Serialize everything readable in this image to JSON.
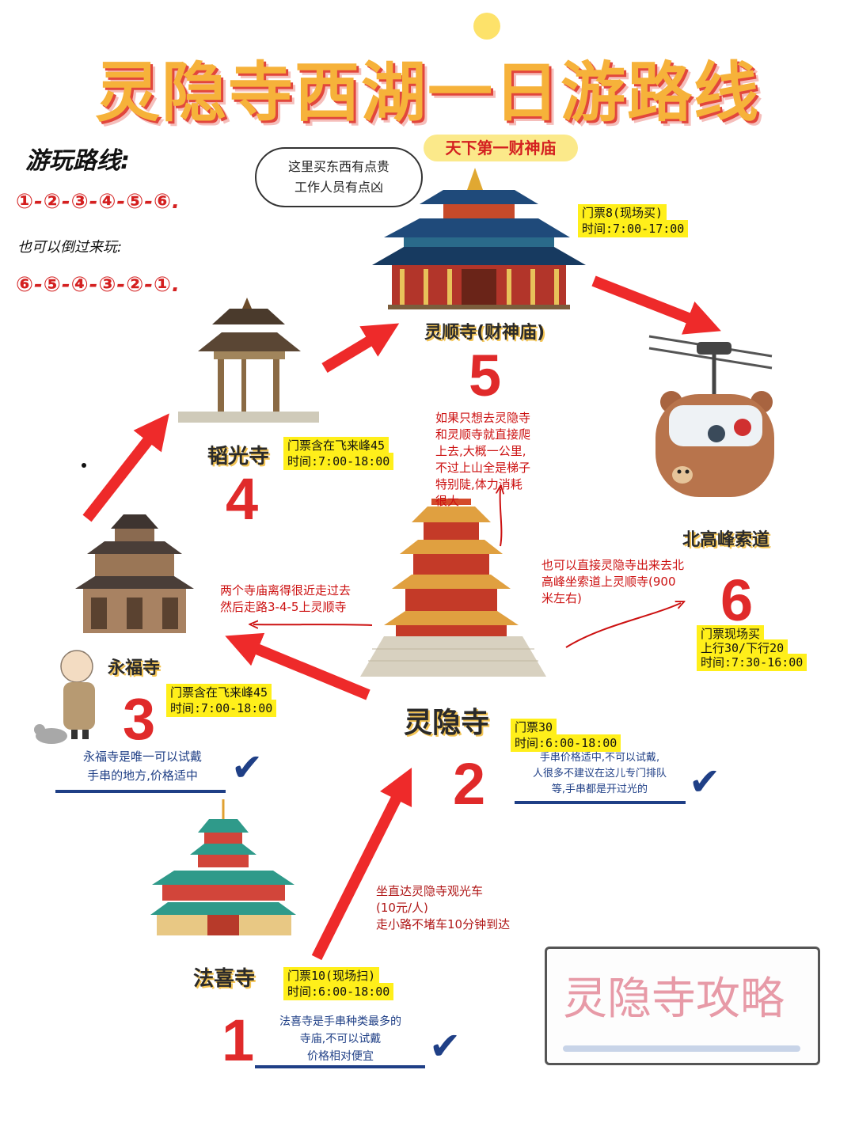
{
  "title": "灵隐寺西湖一日游路线",
  "route": {
    "heading": "游玩路线:",
    "forward": "①-②-③-④-⑤-⑥.",
    "reverse_label": "也可以倒过来玩:",
    "reverse": "⑥-⑤-④-③-②-①."
  },
  "bubble": {
    "line1": "这里买东西有点贵",
    "line2": "工作人员有点凶"
  },
  "pill": "天下第一财神庙",
  "stops": {
    "s5": {
      "name": "灵顺寺(财神庙)",
      "number": "5",
      "ticket": "门票8(现场买)",
      "time": "时间:7:00-17:00"
    },
    "s4": {
      "name": "韬光寺",
      "number": "4",
      "ticket": "门票含在飞来峰45",
      "time": "时间:7:00-18:00"
    },
    "s3": {
      "name": "永福寺",
      "number": "3",
      "ticket": "门票含在飞来峰45",
      "time": "时间:7:00-18:00",
      "note1": "永福寺是唯一可以试戴",
      "note2": "手串的地方,价格适中"
    },
    "s2": {
      "name": "灵隐寺",
      "number": "2",
      "ticket": "门票30",
      "time": "时间:6:00-18:00",
      "note1": "手串价格适中,不可以试戴,",
      "note2": "人很多不建议在这儿专门排队",
      "note3": "等,手串都是开过光的"
    },
    "s1": {
      "name": "法喜寺",
      "number": "1",
      "ticket": "门票10(现场扫)",
      "time": "时间:6:00-18:00",
      "note1": "法喜寺是手串种类最多的",
      "note2": "寺庙,不可以试戴",
      "note3": "价格相对便宜"
    },
    "s6": {
      "name": "北高峰索道",
      "number": "6",
      "ticket": "门票现场买",
      "fare": "上行30/下行20",
      "time": "时间:7:30-16:00"
    }
  },
  "tips": {
    "climb": [
      "如果只想去灵隐寺",
      "和灵顺寺就直接爬",
      "上去,大概一公里,",
      "不过上山全是梯子",
      "特别陡,体力消耗",
      "很大"
    ],
    "near": [
      "两个寺庙离得很近走过去",
      "然后走路3-4-5上灵顺寺"
    ],
    "cable": [
      "也可以直接灵隐寺出来去北",
      "高峰坐索道上灵顺寺(900",
      "米左右)"
    ],
    "bus": [
      "坐直达灵隐寺观光车",
      "(10元/人)",
      "走小路不堵车10分钟到达"
    ]
  },
  "card": "灵隐寺攻略",
  "colors": {
    "accent_red": "#e02a2a",
    "title_gold": "#f6b23a",
    "highlight_yellow": "#ffef1a",
    "note_blue": "#1f3f86"
  }
}
